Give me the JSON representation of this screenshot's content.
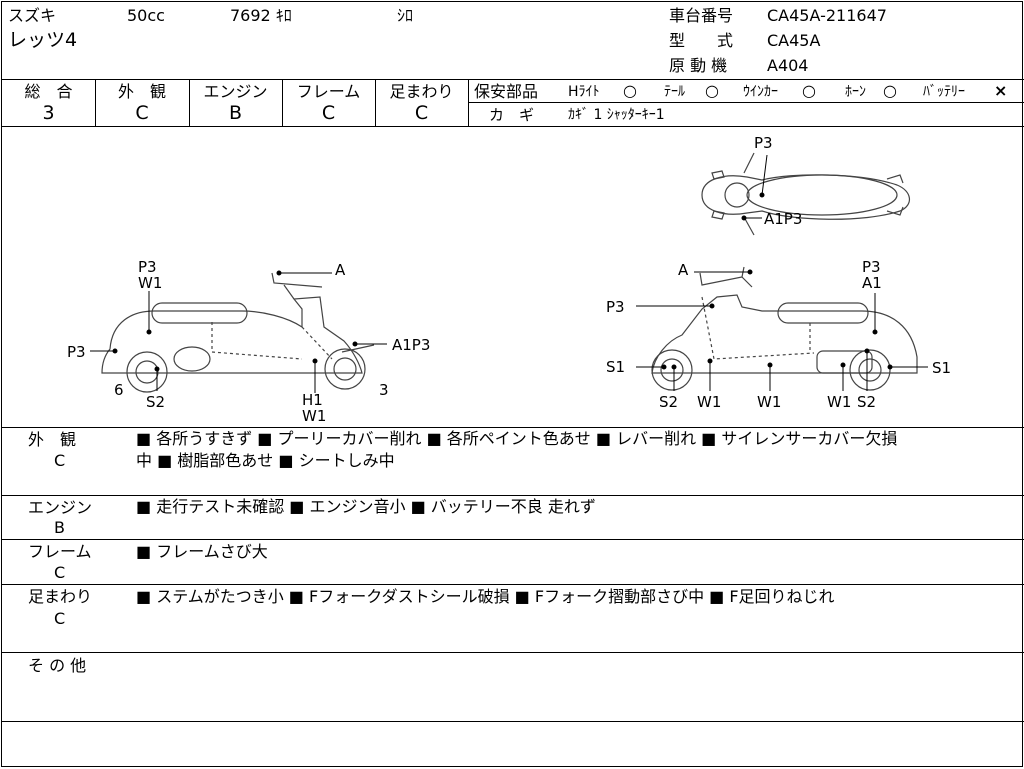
{
  "header": {
    "maker": "スズキ",
    "displacement": "50cc",
    "mileage": "7692 ｷﾛ",
    "color": "ｼﾛ",
    "model_name": "レッツ4",
    "chassis_label": "車台番号",
    "chassis_value": "CA45A-211647",
    "type_label": "型　　式",
    "type_value": "CA45A",
    "engine_label": "原 動 機",
    "engine_value": "A404"
  },
  "grades": [
    {
      "label": "総　合",
      "value": "3"
    },
    {
      "label": "外　観",
      "value": "C"
    },
    {
      "label": "エンジン",
      "value": "B"
    },
    {
      "label": "フレーム",
      "value": "C"
    },
    {
      "label": "足まわり",
      "value": "C"
    }
  ],
  "safety": {
    "label": "保安部品",
    "items": [
      {
        "name": "Hﾗｲﾄ",
        "status": "○"
      },
      {
        "name": "ﾃｰﾙ",
        "status": "○"
      },
      {
        "name": "ｳｲﾝｶｰ",
        "status": "○"
      },
      {
        "name": "ﾎｰﾝ",
        "status": "○"
      },
      {
        "name": "ﾊﾞｯﾃﾘｰ",
        "status": "×"
      }
    ],
    "key_label": "カ　ギ",
    "key_value": "ｶｷﾞ 1 ｼｬｯﾀｰｷｰ1"
  },
  "diagram": {
    "top_view": {
      "p3": "P3",
      "a1p3": "A1P3"
    },
    "left_view": {
      "p3_top": "P3",
      "w1_top": "W1",
      "a": "A",
      "p3_left": "P3",
      "a1p3": "A1P3",
      "six": "6",
      "s2": "S2",
      "h1": "H1",
      "w1_bottom": "W1",
      "three": "3"
    },
    "right_view": {
      "a": "A",
      "p3_top": "P3",
      "a1": "A1",
      "p3_left": "P3",
      "s1_left": "S1",
      "s1_right": "S1",
      "s2_left": "S2",
      "w1_a": "W1",
      "w1_b": "W1",
      "w1_c": "W1",
      "s2_right": "S2"
    }
  },
  "notes": [
    {
      "label": "外　観",
      "grade": "C",
      "lines": [
        "■ 各所うすきず ■ プーリーカバー削れ ■ 各所ペイント色あせ ■ レバー削れ ■ サイレンサーカバー欠損",
        "中 ■ 樹脂部色あせ ■ シートしみ中"
      ]
    },
    {
      "label": "エンジン",
      "grade": "B",
      "lines": [
        "■ 走行テスト未確認 ■ エンジン音小 ■ バッテリー不良 走れず"
      ]
    },
    {
      "label": "フレーム",
      "grade": "C",
      "lines": [
        "■ フレームさび大"
      ]
    },
    {
      "label": "足まわり",
      "grade": "C",
      "lines": [
        "■ ステムがたつき小 ■ Fフォークダストシール破損 ■ Fフォーク摺動部さび中 ■ F足回りねじれ"
      ]
    },
    {
      "label": "そ の 他",
      "grade": "",
      "lines": []
    }
  ]
}
